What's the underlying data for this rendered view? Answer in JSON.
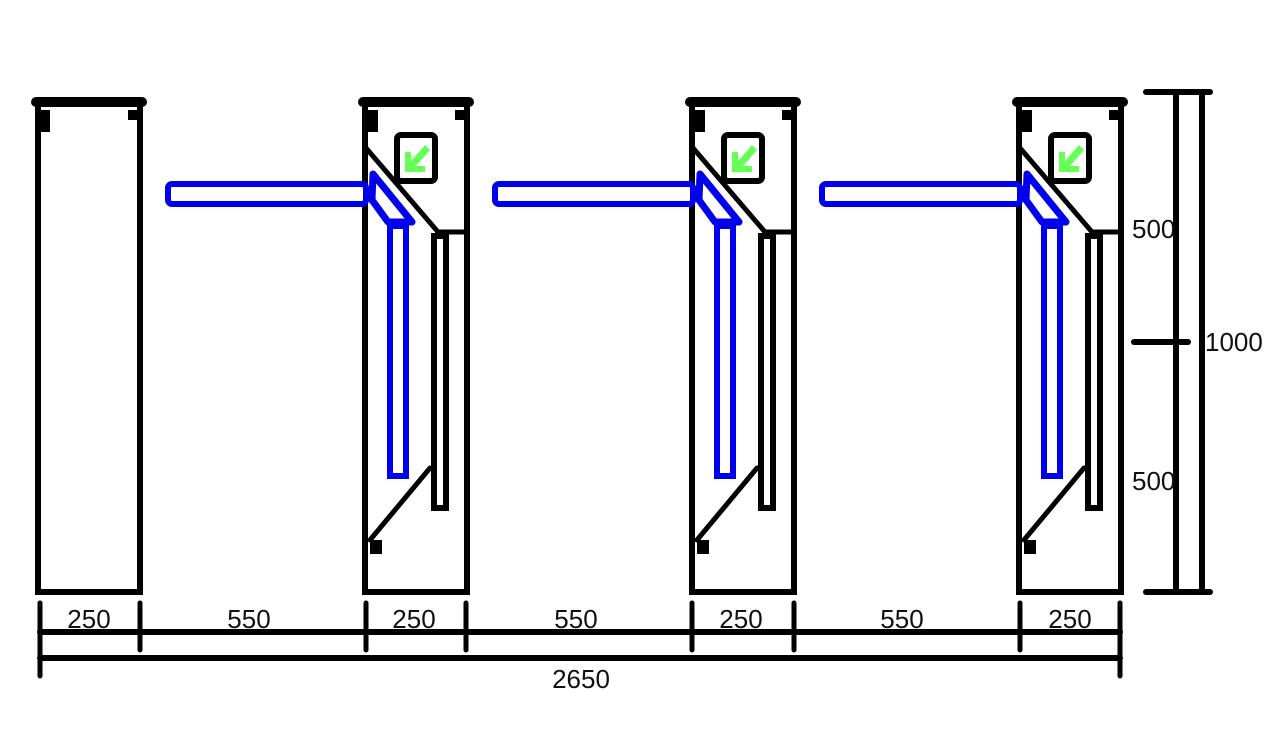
{
  "diagram": {
    "colors": {
      "outline": "#000000",
      "arm": "#0000ee",
      "indicator": "#66ff55",
      "background": "#ffffff"
    },
    "cabinets": [
      {
        "id": "end-cabinet",
        "type": "plain"
      },
      {
        "id": "turnstile-1",
        "type": "tripod",
        "arrow_icon": "green-arrow-down-left-icon"
      },
      {
        "id": "turnstile-2",
        "type": "tripod",
        "arrow_icon": "green-arrow-down-left-icon"
      },
      {
        "id": "turnstile-3",
        "type": "tripod",
        "arrow_icon": "green-arrow-down-left-icon"
      }
    ],
    "width_dims": [
      "250",
      "550",
      "250",
      "550",
      "250",
      "550",
      "250"
    ],
    "total_width": "2650",
    "height_dims": {
      "upper": "500",
      "lower": "500",
      "total": "1000"
    }
  }
}
